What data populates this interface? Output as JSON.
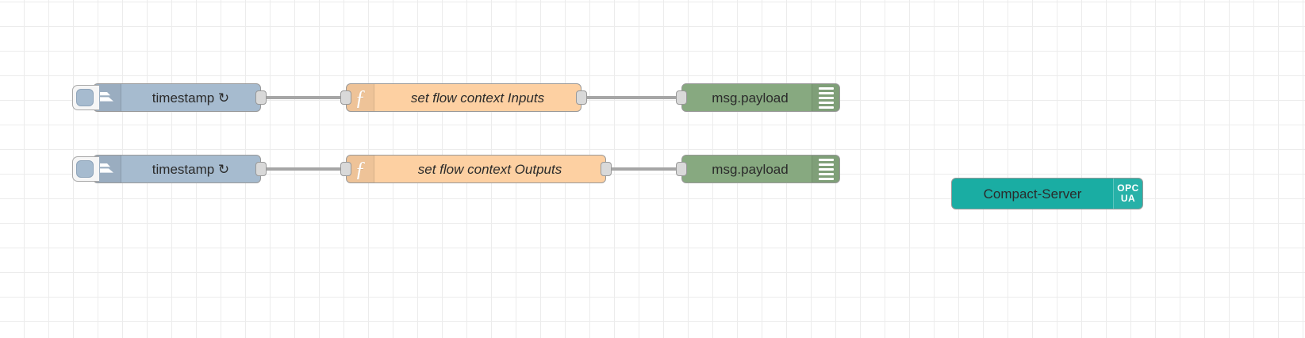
{
  "canvas": {
    "background_color": "#ffffff",
    "grid_color": "#ececec",
    "grid_size": 31
  },
  "palette": {
    "inject_color": "#a6bbcf",
    "function_color": "#fdd0a2",
    "debug_color": "#87a980",
    "opcua_color": "#1aada3",
    "wire_color": "#a6a6a6",
    "port_color": "#d9d9d9",
    "node_border": "#999999"
  },
  "flows": [
    {
      "inject": {
        "label": "timestamp ↻",
        "icon": "inject-arrow-icon",
        "button": "inject-trigger-button"
      },
      "function": {
        "label": "set flow context Inputs",
        "icon": "function-f-icon"
      },
      "debug": {
        "label": "msg.payload",
        "icon": "debug-bars-icon",
        "toggle": "debug-enable-button"
      }
    },
    {
      "inject": {
        "label": "timestamp ↻",
        "icon": "inject-arrow-icon",
        "button": "inject-trigger-button"
      },
      "function": {
        "label": "set flow context Outputs",
        "icon": "function-f-icon"
      },
      "debug": {
        "label": "msg.payload",
        "icon": "debug-bars-icon",
        "toggle": "debug-enable-button"
      }
    }
  ],
  "opcua": {
    "label": "Compact-Server",
    "icon_line1": "OPC",
    "icon_line2": "UA"
  }
}
